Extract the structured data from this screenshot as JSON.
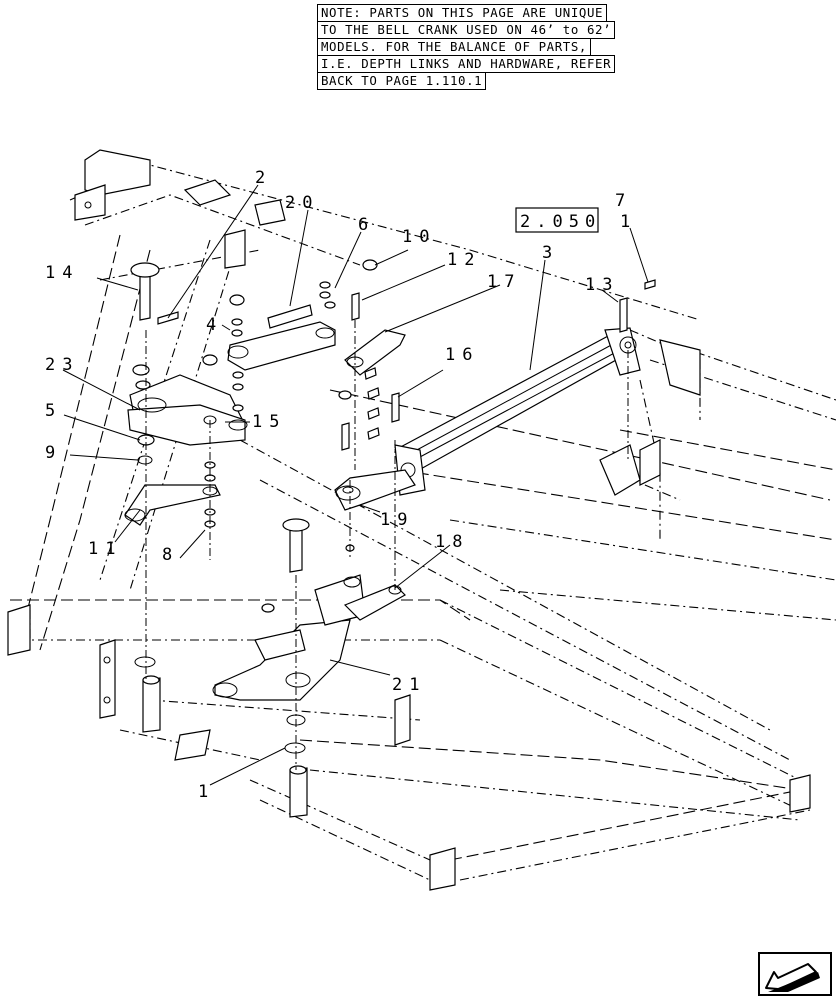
{
  "note": {
    "lines": [
      "NOTE: PARTS ON THIS PAGE ARE UNIQUE",
      "TO THE BELL CRANK USED ON 46’ to 62’",
      "MODELS. FOR THE BALANCE OF PARTS,",
      "I.E. DEPTH LINKS AND HARDWARE, REFER",
      "BACK TO PAGE 1.110.1"
    ]
  },
  "reference_box": {
    "label": "2.050",
    "suffix": "1"
  },
  "callouts": [
    {
      "id": "c1",
      "label": "1"
    },
    {
      "id": "c2",
      "label": "2"
    },
    {
      "id": "c3",
      "label": "3"
    },
    {
      "id": "c4",
      "label": "4"
    },
    {
      "id": "c5",
      "label": "5"
    },
    {
      "id": "c6",
      "label": "6"
    },
    {
      "id": "c7",
      "label": "7"
    },
    {
      "id": "c8",
      "label": "8"
    },
    {
      "id": "c9",
      "label": "9"
    },
    {
      "id": "c10",
      "label": "10"
    },
    {
      "id": "c11",
      "label": "11"
    },
    {
      "id": "c12",
      "label": "12"
    },
    {
      "id": "c13",
      "label": "13"
    },
    {
      "id": "c14",
      "label": "14"
    },
    {
      "id": "c15",
      "label": "15"
    },
    {
      "id": "c16",
      "label": "16"
    },
    {
      "id": "c17",
      "label": "17"
    },
    {
      "id": "c18",
      "label": "18"
    },
    {
      "id": "c19",
      "label": "19"
    },
    {
      "id": "c20",
      "label": "20"
    },
    {
      "id": "c21",
      "label": "21"
    },
    {
      "id": "c23",
      "label": "23"
    }
  ],
  "navigation": {
    "icon": "back-arrow-icon"
  }
}
